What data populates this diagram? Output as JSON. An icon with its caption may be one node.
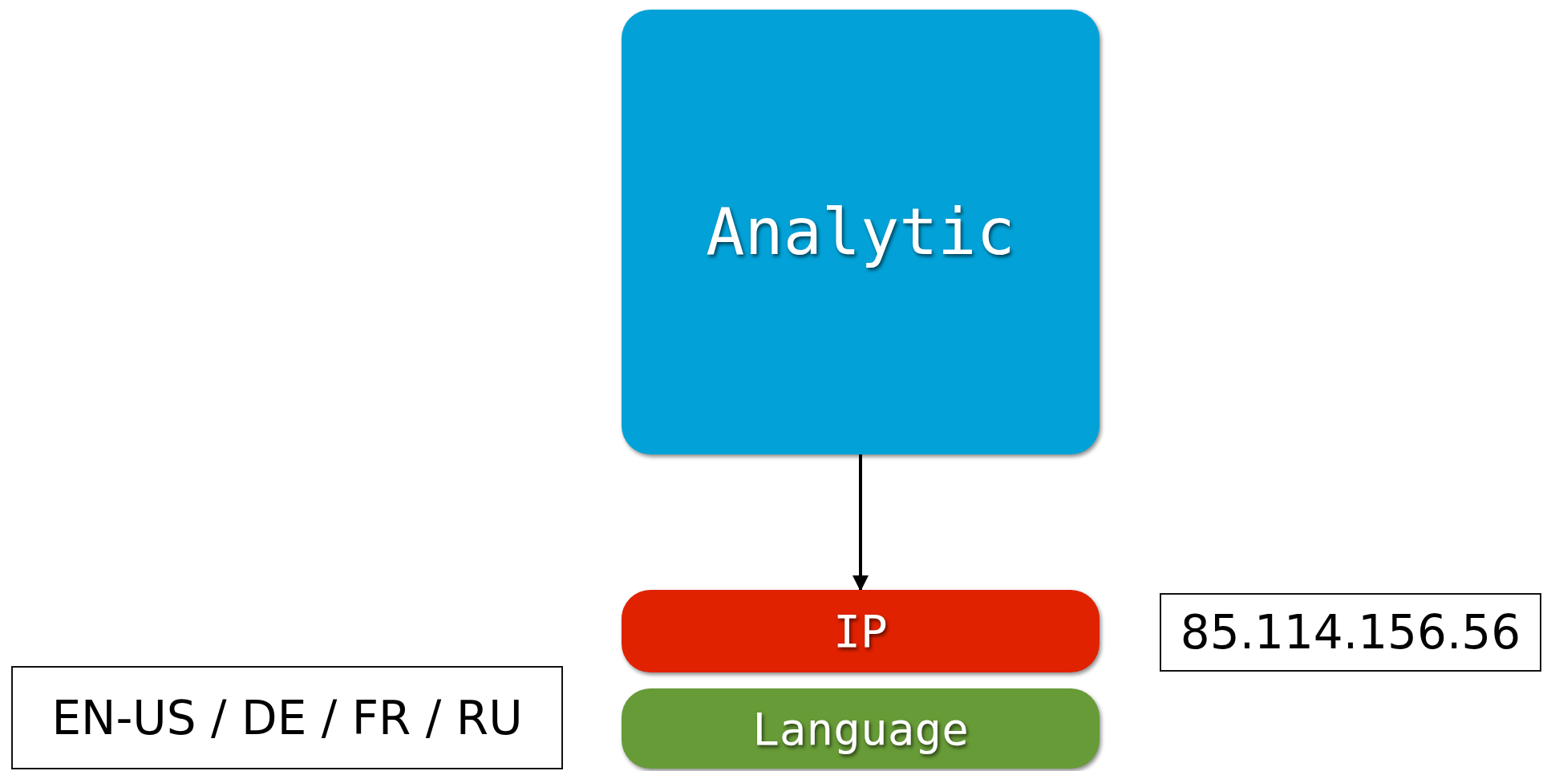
{
  "diagram": {
    "nodes": [
      {
        "text": [
          "Analytic"
        ]
      },
      {
        "text": [
          "IP"
        ]
      },
      {
        "text": [
          "Language"
        ]
      },
      {
        "text": [
          "85.114.156.56"
        ]
      },
      {
        "text": [
          "EN-US / DE / FR / RU"
        ]
      }
    ],
    "edges": [
      {
        "from": 0,
        "to": 1,
        "arrow": "to"
      }
    ]
  }
}
